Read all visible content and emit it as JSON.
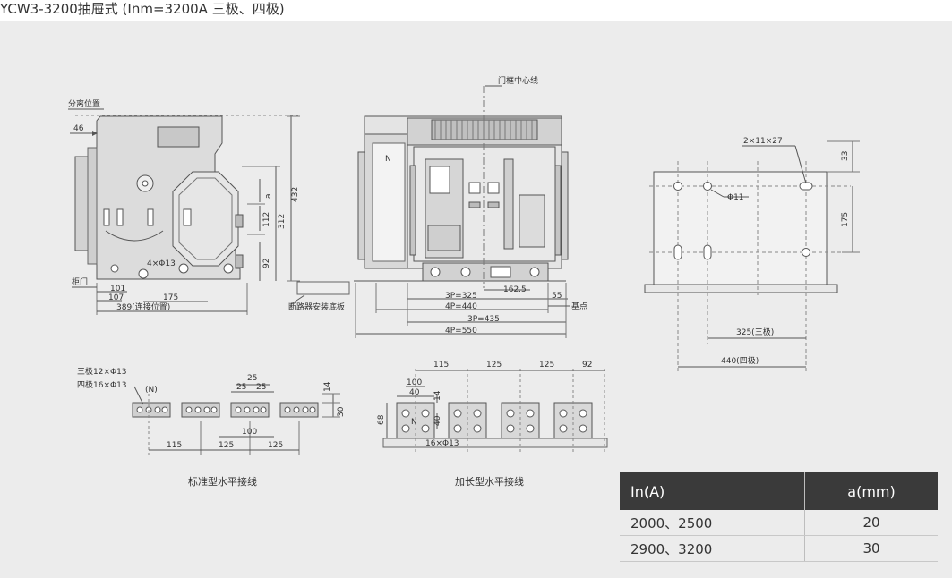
{
  "title": "YCW3-3200抽屉式 (Inm=3200A 三极、四极)",
  "side_view": {
    "label_disconnect_position": "分离位置",
    "dim_46": "46",
    "dim_a": "a",
    "dim_432": "432",
    "dim_312": "312",
    "dim_112": "112",
    "dim_92": "92",
    "label_holes": "4×Φ13",
    "label_cabinet_door": "柜门",
    "dim_101": "101",
    "dim_107": "107",
    "dim_175": "175",
    "dim_389": "389(连接位置)",
    "label_mount_base": "断路器安装底板"
  },
  "front_view": {
    "label_door_center": "门框中心线",
    "label_n": "N",
    "dim_162_5": "162.5",
    "dim_55": "55",
    "dim_3p325": "3P=325",
    "dim_4p440": "4P=440",
    "dim_3p435": "3P=435",
    "dim_4p550": "4P=550",
    "label_datum": "基点"
  },
  "mount_view": {
    "label_slots": "2×11×27",
    "dim_33": "33",
    "label_phi11": "Φ11",
    "dim_175": "175",
    "dim_325": "325(三极)",
    "dim_440": "440(四极)"
  },
  "std_wiring": {
    "label_3p": "三极12×Φ13",
    "label_4p": "四极16×Φ13",
    "label_n": "(N)",
    "dim_25a": "25",
    "dim_25b": "25",
    "dim_25c": "25",
    "dim_14": "14",
    "dim_30": "30",
    "dim_100": "100",
    "dim_115": "115",
    "dim_125a": "125",
    "dim_125b": "125",
    "caption": "标准型水平接线"
  },
  "ext_wiring": {
    "dim_115": "115",
    "dim_125a": "125",
    "dim_125b": "125",
    "dim_92": "92",
    "dim_100": "100",
    "dim_40a": "40",
    "dim_14": "14",
    "dim_68": "68",
    "dim_40b": "40",
    "label_n": "N",
    "label_holes": "16×Φ13",
    "caption": "加长型水平接线"
  },
  "table": {
    "headers": [
      "In(A)",
      "a(mm)"
    ],
    "rows": [
      [
        "2000、2500",
        "20"
      ],
      [
        "2900、3200",
        "30"
      ]
    ]
  }
}
